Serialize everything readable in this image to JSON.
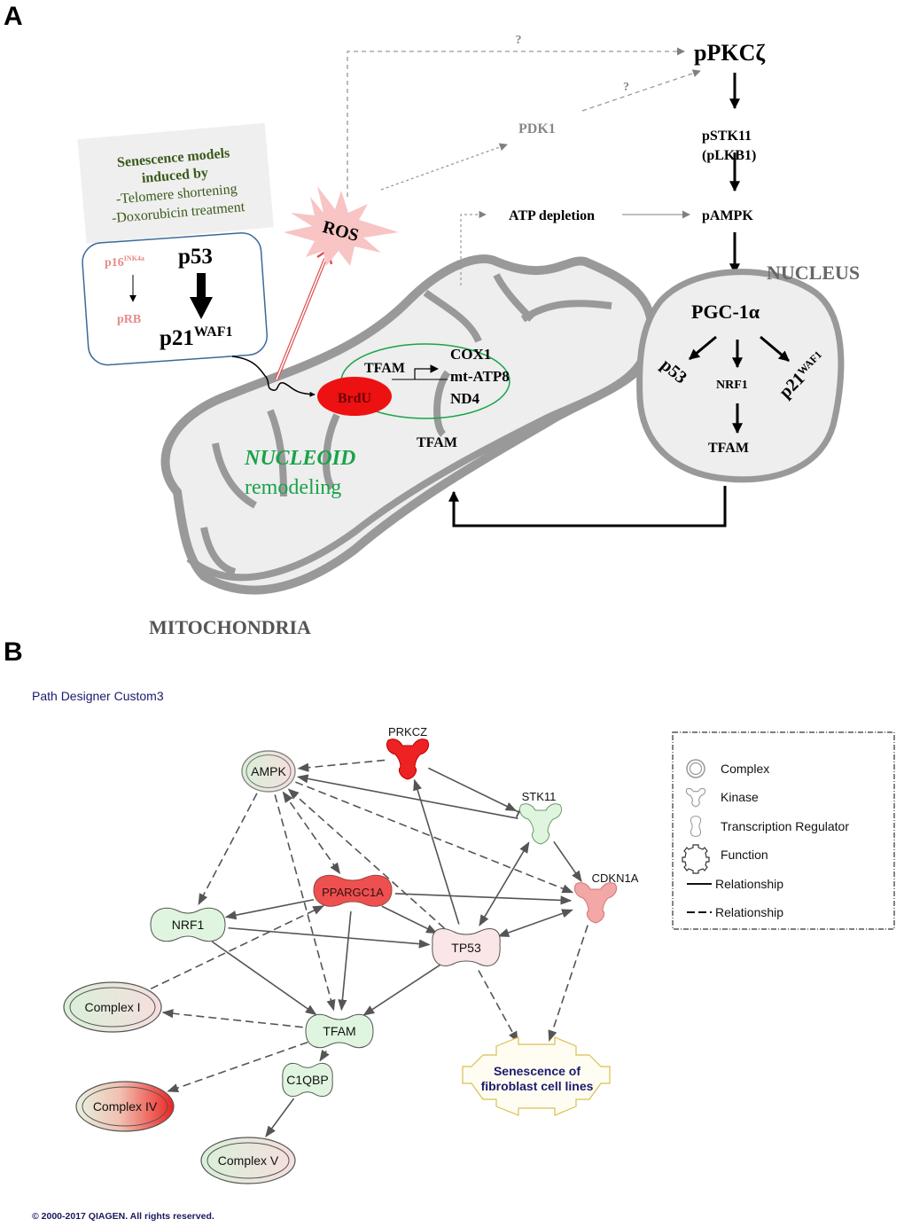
{
  "panel_a": {
    "label": "A",
    "senescence_box": {
      "title_line1": "Senescence models",
      "title_line2": "induced by",
      "item1": "-Telomere shortening",
      "item2": "-Doxorubicin treatment"
    },
    "pathway_box": {
      "p16": "p16",
      "p16_sup": "INK4a",
      "prb": "pRB",
      "p53": "p53",
      "p21": "p21",
      "p21_sup": "WAF1"
    },
    "ros": "ROS",
    "question_mark_top": "?",
    "question_mark_pdk1": "?",
    "pdk1": "PDK1",
    "ppkc": "pPKCζ",
    "pstk11_line1": "pSTK11",
    "pstk11_line2": "(pLKB1)",
    "atp_depletion": "ATP depletion",
    "pampk": "pAMPK",
    "nucleus": {
      "title": "NUCLEUS",
      "pgc": "PGC-1α",
      "p53": "p53",
      "nrf1": "NRF1",
      "p21": "p21",
      "p21_sup": "WAF1",
      "tfam": "TFAM"
    },
    "nucleoid": {
      "brdu": "BrdU",
      "tfam_promoter": "TFAM",
      "genes": [
        "COX1",
        "mt-ATP8",
        "ND4"
      ],
      "tfam_below": "TFAM",
      "label_line1": "NUCLEOID",
      "label_line2": "remodeling"
    },
    "mitochondria_label": "MITOCHONDRIA",
    "colors": {
      "ros_fill": "#f8c4c4",
      "brdu_fill": "#ee1111",
      "nucleoid_green": "#1aa34a",
      "senescence_green": "#3a5a1a",
      "pink_text": "#e88a8a",
      "membrane_gray": "#9a9a9a",
      "box_blue": "#3b6a9a"
    }
  },
  "panel_b": {
    "label": "B",
    "title": "Path Designer Custom3",
    "nodes": [
      {
        "id": "AMPK",
        "label": "AMPK",
        "type": "complex",
        "color": "green-pink"
      },
      {
        "id": "PRKCZ",
        "label": "PRKCZ",
        "type": "kinase",
        "color": "#ee2222"
      },
      {
        "id": "STK11",
        "label": "STK11",
        "type": "kinase",
        "color": "#dff5df"
      },
      {
        "id": "CDKN1A",
        "label": "CDKN1A",
        "type": "kinase",
        "color": "#f4a7a7"
      },
      {
        "id": "PPARGC1A",
        "label": "PPARGC1A",
        "type": "transcription-regulator",
        "color": "#ee5050"
      },
      {
        "id": "NRF1",
        "label": "NRF1",
        "type": "transcription-regulator",
        "color": "#dff5df"
      },
      {
        "id": "TP53",
        "label": "TP53",
        "type": "transcription-regulator",
        "color": "#fae6e6"
      },
      {
        "id": "TFAM",
        "label": "TFAM",
        "type": "transcription-regulator",
        "color": "#dff5df"
      },
      {
        "id": "C1QBP",
        "label": "C1QBP",
        "type": "transcription-regulator",
        "color": "#dff5df"
      },
      {
        "id": "ComplexI",
        "label": "Complex I",
        "type": "complex",
        "color": "green-pink"
      },
      {
        "id": "ComplexIV",
        "label": "Complex IV",
        "type": "complex",
        "color": "green-red"
      },
      {
        "id": "ComplexV",
        "label": "Complex V",
        "type": "complex",
        "color": "green-pink"
      },
      {
        "id": "Senescence",
        "label_line1": "Senescence of",
        "label_line2": "fibroblast cell lines",
        "type": "function",
        "color": "#fffbe6"
      }
    ],
    "edges": [
      {
        "from": "PRKCZ",
        "to": "AMPK",
        "style": "dashed"
      },
      {
        "from": "STK11",
        "to": "AMPK",
        "style": "solid"
      },
      {
        "from": "PRKCZ",
        "to": "STK11",
        "style": "solid-inhibit"
      },
      {
        "from": "AMPK",
        "to": "CDKN1A",
        "style": "dashed"
      },
      {
        "from": "AMPK",
        "to": "NRF1",
        "style": "dashed"
      },
      {
        "from": "AMPK",
        "to": "TFAM",
        "style": "dashed"
      },
      {
        "from": "AMPK",
        "to": "PPARGC1A",
        "style": "dashed-bidirectional"
      },
      {
        "from": "TP53",
        "to": "AMPK",
        "style": "dashed"
      },
      {
        "from": "TP53",
        "to": "PRKCZ",
        "style": "solid"
      },
      {
        "from": "TP53",
        "to": "STK11",
        "style": "solid-bidirectional"
      },
      {
        "from": "STK11",
        "to": "CDKN1A",
        "style": "solid"
      },
      {
        "from": "PPARGC1A",
        "to": "CDKN1A",
        "style": "solid"
      },
      {
        "from": "TP53",
        "to": "CDKN1A",
        "style": "solid-bidirectional"
      },
      {
        "from": "PPARGC1A",
        "to": "NRF1",
        "style": "solid"
      },
      {
        "from": "PPARGC1A",
        "to": "TP53",
        "style": "solid"
      },
      {
        "from": "PPARGC1A",
        "to": "TFAM",
        "style": "solid"
      },
      {
        "from": "NRF1",
        "to": "TP53",
        "style": "solid"
      },
      {
        "from": "NRF1",
        "to": "TFAM",
        "style": "solid"
      },
      {
        "from": "TP53",
        "to": "TFAM",
        "style": "solid"
      },
      {
        "from": "ComplexI",
        "to": "PPARGC1A",
        "style": "dashed"
      },
      {
        "from": "TFAM",
        "to": "ComplexI",
        "style": "dashed"
      },
      {
        "from": "TFAM",
        "to": "ComplexIV",
        "style": "dashed"
      },
      {
        "from": "TFAM",
        "to": "C1QBP",
        "style": "solid"
      },
      {
        "from": "C1QBP",
        "to": "ComplexV",
        "style": "solid"
      },
      {
        "from": "TP53",
        "to": "Senescence",
        "style": "dashed"
      },
      {
        "from": "CDKN1A",
        "to": "Senescence",
        "style": "dashed"
      }
    ],
    "legend": [
      {
        "icon": "complex-icon",
        "label": "Complex"
      },
      {
        "icon": "kinase-icon",
        "label": "Kinase"
      },
      {
        "icon": "transcription-regulator-icon",
        "label": "Transcription Regulator"
      },
      {
        "icon": "function-icon",
        "label": "Function"
      },
      {
        "icon": "solid-line-icon",
        "label": "Relationship"
      },
      {
        "icon": "dashed-line-icon",
        "label": "Relationship"
      }
    ],
    "copyright": "© 2000-2017 QIAGEN. All rights reserved.",
    "colors": {
      "title_navy": "#1a1a6e",
      "edge_gray": "#555555",
      "function_outline": "#d8c050"
    }
  }
}
